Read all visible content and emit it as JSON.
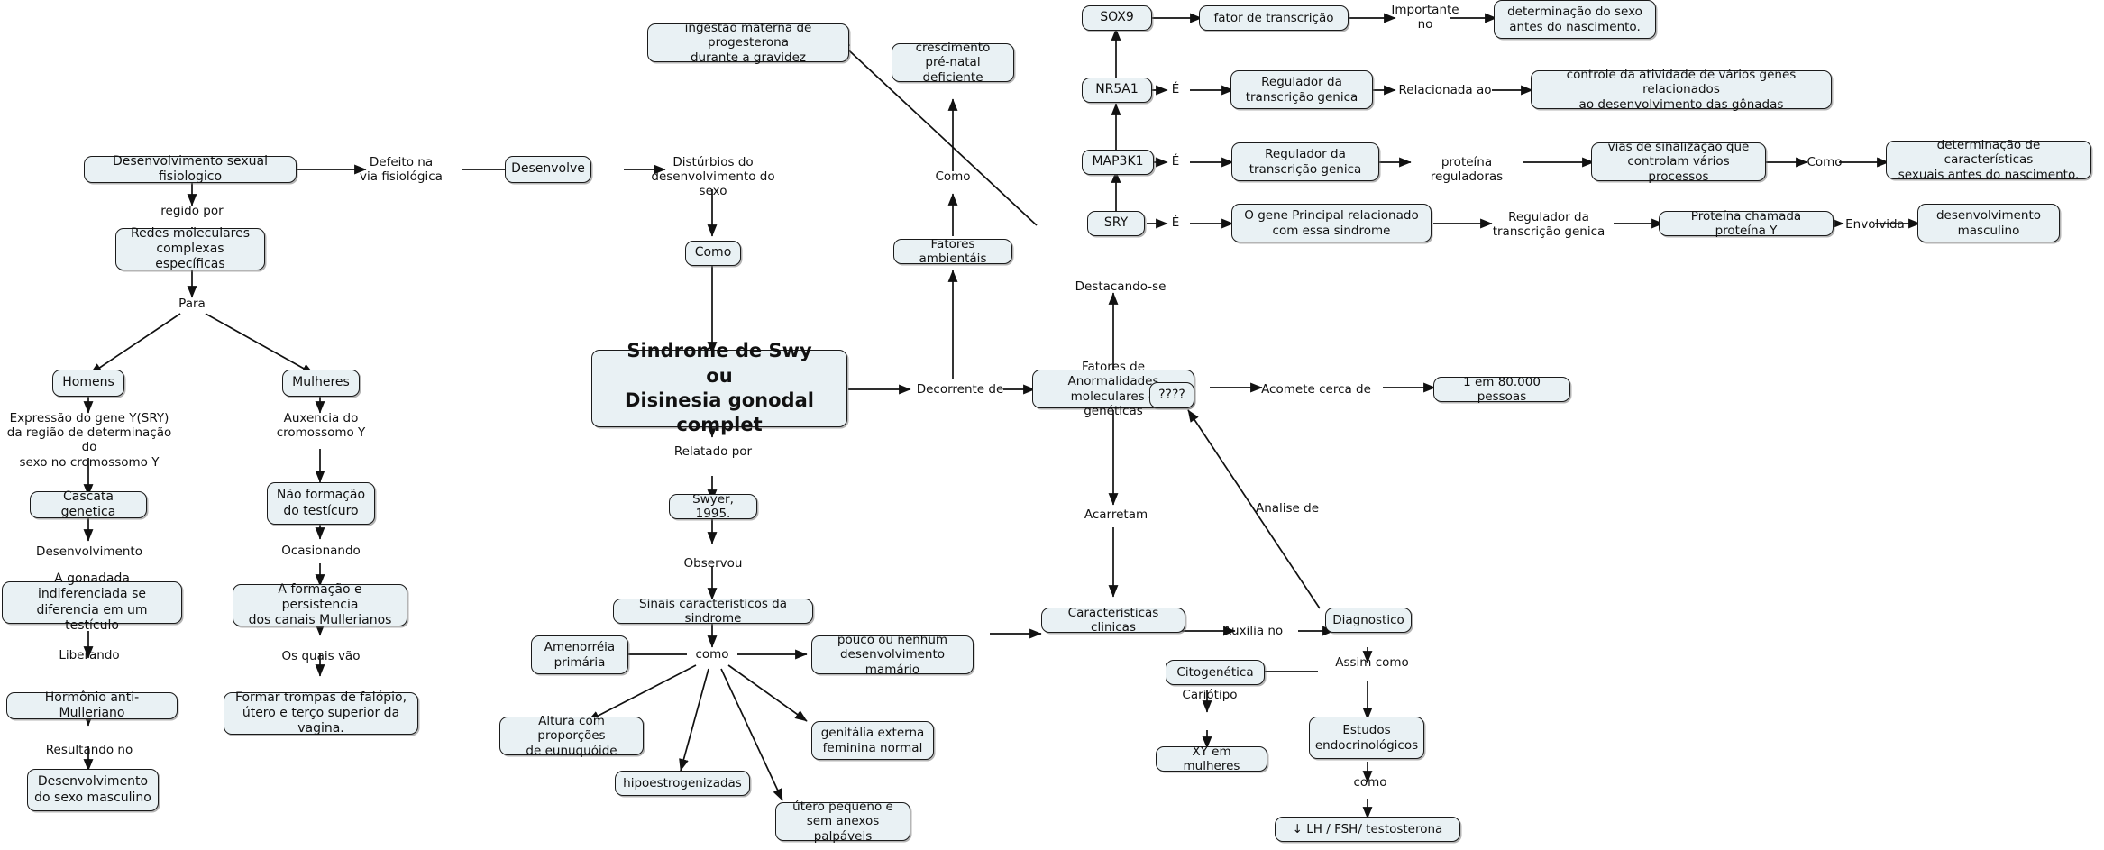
{
  "diagram": {
    "title": "Sindrome de Swy ou Disinesia gonodal completa",
    "theme": {
      "node_fill": "#e9f1f4",
      "node_border": "#1a1a1a",
      "edge": "#111111",
      "background": "#ffffff"
    },
    "nodes": {
      "desenvolvimento_sexual_fisiologico": "Desenvolvimento sexual fisiologico",
      "redes_moleculares": "Redes moleculares\ncomplexas específicas",
      "homens": "Homens",
      "mulheres": "Mulheres",
      "cascata_genetica": "Cascata genetica",
      "gonadada": "A gonadada indiferenciada se\ndiferencia em um testículo",
      "hormonio_anti_mulleriano": "Hormônio anti-Mulleriano",
      "desenvolvimento_sexo_masculino": "Desenvolvimento\ndo sexo masculino",
      "nao_formacao_testiculo": "Não formação\ndo testícuro",
      "formacao_canais": "A formação e persistencia\ndos canais Mullerianos",
      "formar_trompas": "Formar trompas de falópio,\nútero e terço superior da vagina.",
      "desenvolve": "Desenvolve",
      "ingestao_progesterona": "ingestão materna de progesterona\ndurante a gravidez",
      "crescimento_pre_natal": "crescimento\npré-natal deficiente",
      "fatores_ambientais": "Fatores ambientáis",
      "como_centro": "Como",
      "sindrome_principal": "Sindrome de Swy\nou\nDisinesia gonodal complet",
      "swyer_1995": "Swyer, 1995.",
      "sinais_caracteristicos": "Sinais caracteristicos da sindrome",
      "amenorreia": "Amenorréia\nprimária",
      "pouco_desenvolvimento": "pouco ou nenhum\ndesenvolvimento mamário",
      "altura_eunucoide": "Altura com proporções\nde eunuquóide",
      "genitalia_externa": "genitália externa\nfeminina normal",
      "hipoestrogenizadas": "hipoestrogenizadas",
      "utero_pequeno": "útero pequeno e\nsem anexos palpáveis",
      "fatores_anormalidades": "Fatores de Anormalidades\nmoleculares e genéticas",
      "interrogacao": "????",
      "um_em_80000": "1 em 80.000 pessoas",
      "caracteristicas_clinicas": "Caracteristicas clinicas",
      "diagnostico": "Diagnostico",
      "citogenetica": "Citogenética",
      "xy_em_mulheres": "XY em mulheres",
      "estudos_endocrinologicos": "Estudos\nendocrinológicos",
      "lh_fsh_testosterona": "↓ LH / FSH/ testosterona",
      "sox9": "SOX9",
      "nr5a1": "NR5A1",
      "map3k1": "MAP3K1",
      "sry": "SRY",
      "fator_transcricao": "fator de transcrição",
      "determinacao_sexo_nascimento": "determinação do sexo\nantes do nascimento.",
      "regulador_transcricao_1": "Regulador da\ntranscrição genica",
      "controle_atividade_genes": "controle da atividade de vários genes relacionados\nao desenvolvimento das gônadas",
      "regulador_transcricao_2": "Regulador da\ntranscrição genica",
      "vias_sinalizacao": "vias de sinalização que\ncontrolam vários processos",
      "determinacao_caracteristicas_sexuais": "determinação de características\nsexuais antes do nascimento.",
      "gene_principal": "O gene Principal relacionado\ncom essa sindrome",
      "proteina_y": "Proteína chamada proteína Y",
      "desenvolvimento_masculino": "desenvolvimento\nmasculino"
    },
    "edge_labels": {
      "defeito_via": "Defeito na\nvia fisiológica",
      "regido_por": "regido por",
      "para": "Para",
      "expressao_gene_y": "Expressão do gene Y(SRY)\nda região de determinação do\nsexo no cromossomo Y",
      "desenvolvimento": "Desenvolvimento",
      "liberando": "Liberando",
      "resultando_no": "Resultando no",
      "auxencia_cromossomo": "Auxencia do\ncromossomo Y",
      "ocasionando": "Ocasionando",
      "os_quais_vao": "Os quais vão",
      "disturbios": "Distúrbios do\ndesenvolvimento do sexo",
      "como_crescimento": "Como",
      "relatado_por": "Relatado por",
      "observou": "Observou",
      "como_sinais": "como",
      "como_caracteristicas": "Como",
      "decorrente_de": "Decorrente de",
      "destacando_se": "Destacando-se",
      "acomete_cerca_de": "Acomete cerca de",
      "acarretam": "Acarretam",
      "analise_de": "Analise de",
      "auxilia_no": "Auxilia no",
      "assim_como": "Assim como",
      "cariotipo": "Cariótipo",
      "como_estudos": "como",
      "importante_no": "Importante\nno",
      "e_nr5a1": "É",
      "relacionada_ao": "Relacionada ao",
      "e_map3k1": "É",
      "proteina_reguladoras": "proteína reguladoras",
      "como_vias": "Como",
      "e_sry": "É",
      "regulador_transcricao_label": "Regulador da\ntranscrição genica",
      "envolvida": "Envolvida"
    }
  }
}
